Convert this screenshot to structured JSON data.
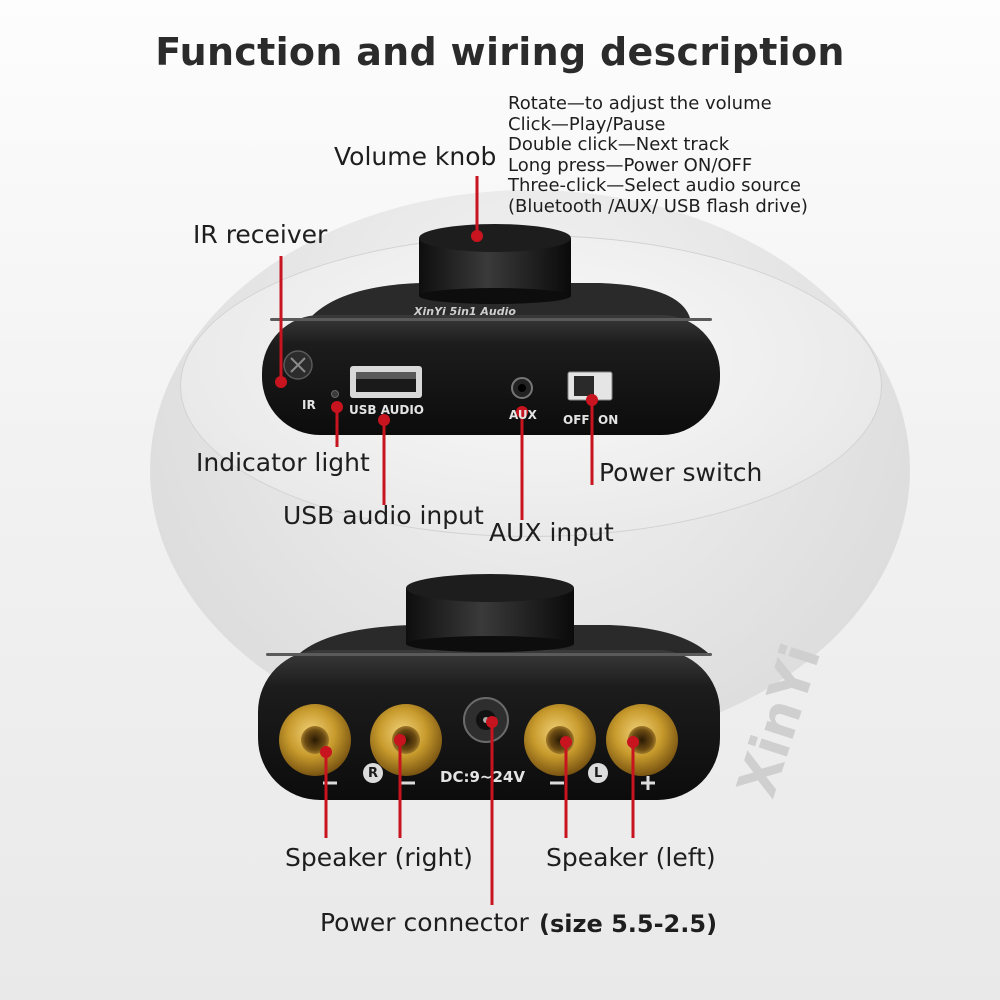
{
  "title": "Function and wiring description",
  "labels": {
    "volume_knob": "Volume knob",
    "ir_receiver": "IR receiver",
    "indicator_light": "Indicator light",
    "usb_audio_input": "USB audio input",
    "aux_input": "AUX input",
    "power_switch": "Power switch",
    "speaker_right": "Speaker (right)",
    "speaker_left": "Speaker (left)",
    "power_connector": "Power connector",
    "power_connector_size": "(size 5.5-2.5)"
  },
  "knob_functions": [
    "Rotate—to adjust the volume",
    "Click—Play/Pause",
    "Double click—Next track",
    "Long press—Power ON/OFF",
    "Three-click—Select audio source",
    "(Bluetooth /AUX/ USB flash drive)"
  ],
  "device_text": {
    "brand_top": "XinYi 5in1 Audio",
    "ir": "IR",
    "usb_audio": "USB AUDIO",
    "aux": "AUX",
    "off": "OFF",
    "on": "ON",
    "dc": "DC:9~24V",
    "channel_right": "R",
    "channel_left": "L",
    "watermark": "XinYi"
  },
  "colors": {
    "pointer_red": "#c8141e",
    "device_body": "#1a1a1a",
    "gold_terminal": "#c79a2c"
  }
}
